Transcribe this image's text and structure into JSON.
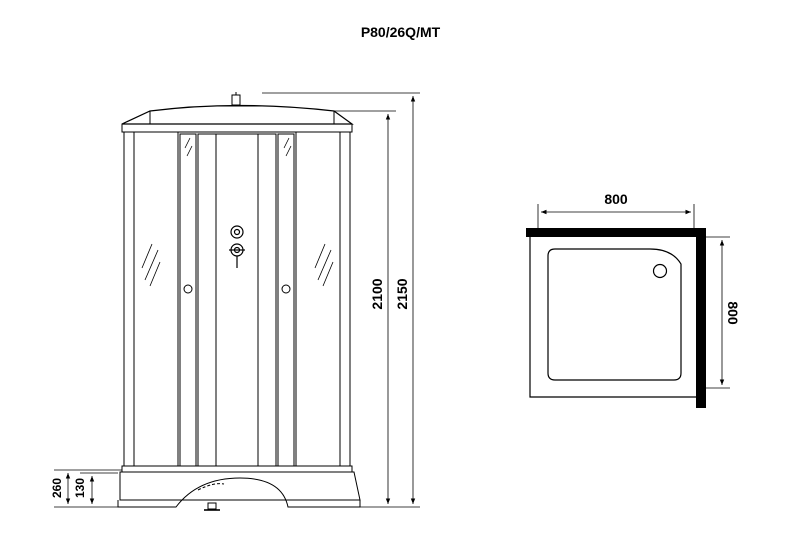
{
  "title": "P80/26Q/MT",
  "dimensions": {
    "height_inner": "2100",
    "height_total": "2150",
    "base_height": "260",
    "tray_height": "130",
    "plan_width": "800",
    "plan_depth": "800"
  },
  "colors": {
    "line": "#000000",
    "background": "#ffffff"
  }
}
